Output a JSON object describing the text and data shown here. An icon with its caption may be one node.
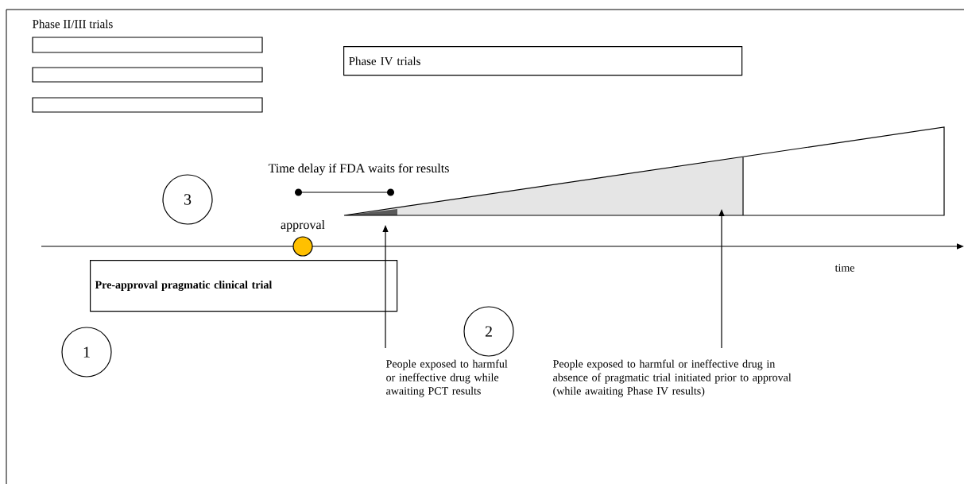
{
  "diagram": {
    "nodes": [
      {
        "text": [],
        "shape": "box"
      },
      {
        "text": [],
        "shape": "box"
      },
      {
        "text": [],
        "shape": "box"
      },
      {
        "text": [
          "Phase IV trials"
        ]
      },
      {
        "text": [
          "3"
        ]
      },
      {
        "text": [
          "Pre-approval pragmatic clinical trial"
        ]
      },
      {
        "text": [
          "1"
        ]
      },
      {
        "text": [
          "2"
        ]
      },
      {
        "text": [],
        "shape": "circle",
        "beside": [
          "approval"
        ]
      },
      {
        "text": [
          "People exposed to harmful or ineffective drug while awaiting PCT results"
        ]
      },
      {
        "text": [
          "People exposed to harmful or ineffective drug in absence of pragmatic trial initiated prior to approval (while awaiting Phase IV results)"
        ]
      }
    ],
    "edges": [
      {
        "from": 9,
        "to": null,
        "arrow": "to"
      },
      {
        "from": 10,
        "to": null,
        "arrow": "to"
      }
    ],
    "labels": [
      "Phase II/III trials",
      "Time delay if FDA waits for results",
      "time"
    ]
  }
}
